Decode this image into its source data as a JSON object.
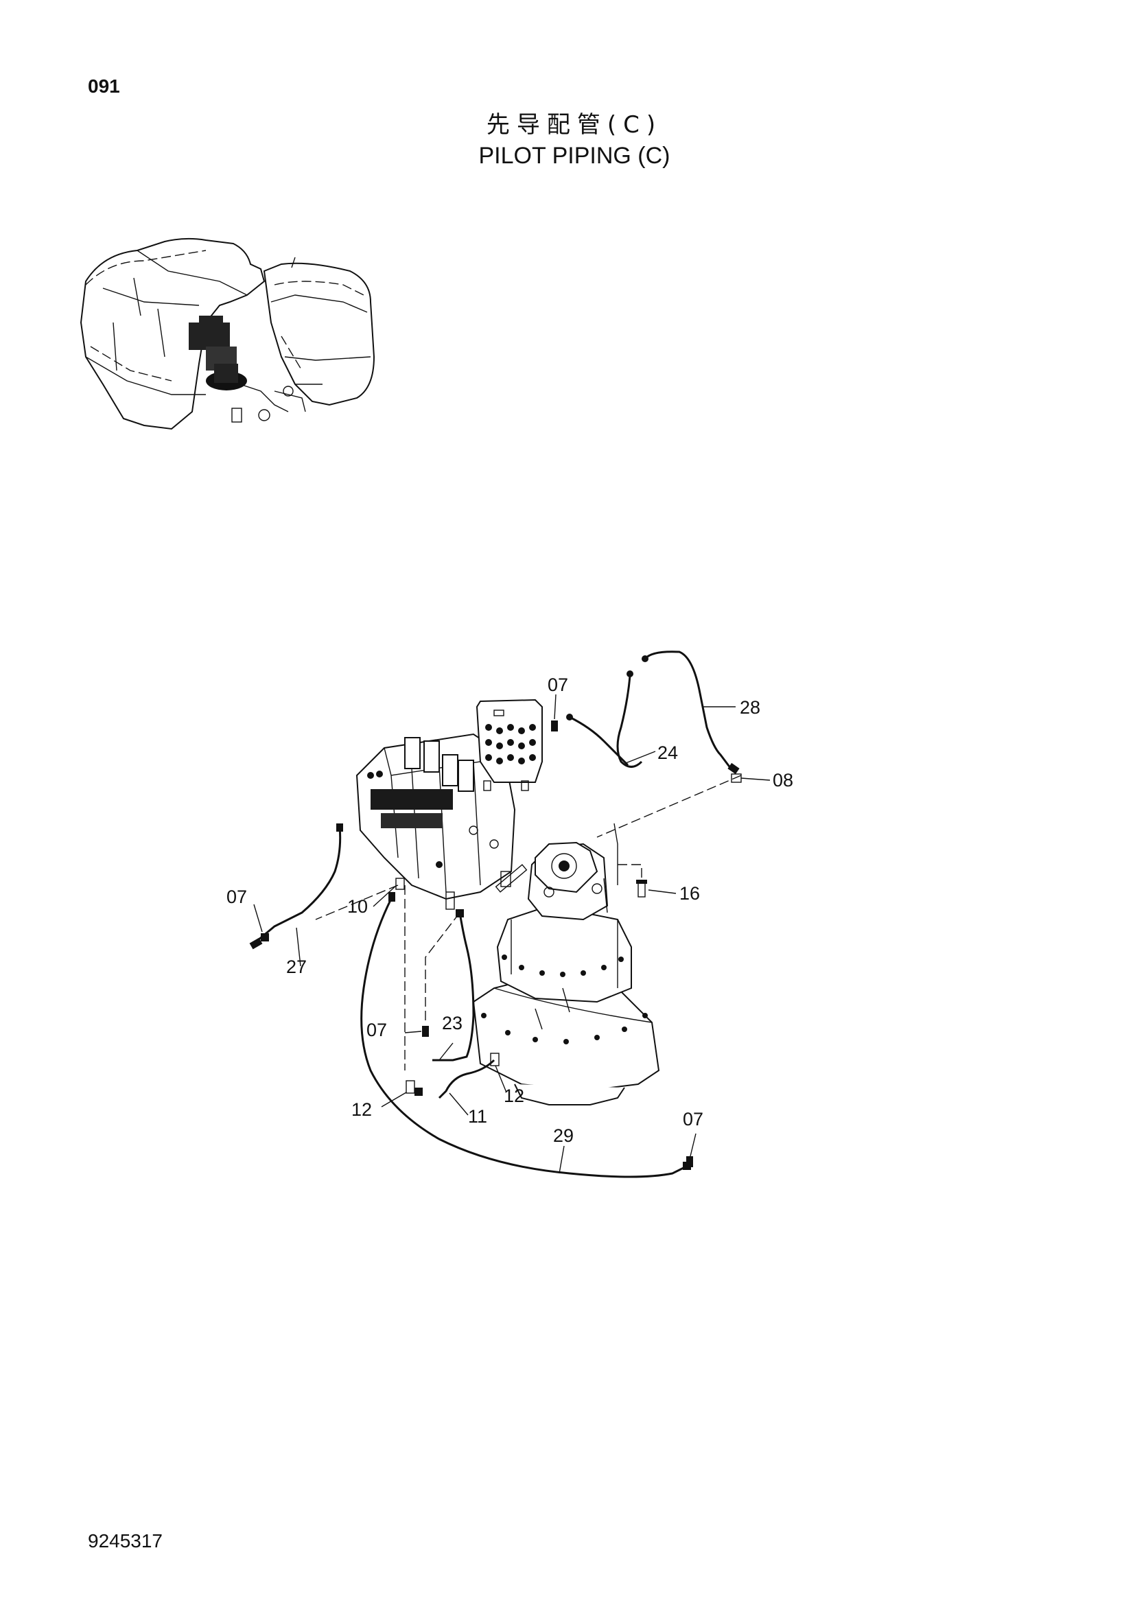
{
  "page_number": "091",
  "title_cn": "先导配管(C)",
  "title_en": "PILOT PIPING (C)",
  "doc_code": "9245317",
  "callouts": {
    "c07a": "07",
    "c28": "28",
    "c24": "24",
    "c08": "08",
    "c16": "16",
    "c07b": "07",
    "c10": "10",
    "c27": "27",
    "c07c": "07",
    "c23": "23",
    "c12a": "12",
    "c12b": "12",
    "c11": "11",
    "c29": "29",
    "c07d": "07"
  }
}
